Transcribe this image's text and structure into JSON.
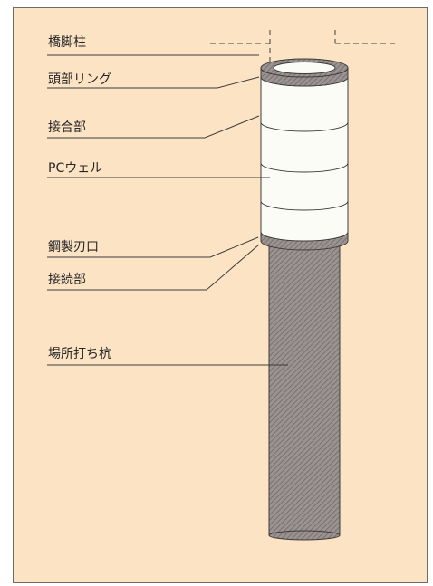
{
  "labels": {
    "pier_column": "橋脚柱",
    "head_ring": "頭部リング",
    "joint": "接合部",
    "pc_well": "PCウェル",
    "steel_cutting_edge": "鋼製刃口",
    "connection": "接続部",
    "cast_in_place_pile": "場所打ち杭"
  },
  "colors": {
    "background": "#fbe3c4",
    "well_fill": "#fcfcf7",
    "hatch_fill": "#8f8885",
    "line": "#3c3c3c"
  }
}
